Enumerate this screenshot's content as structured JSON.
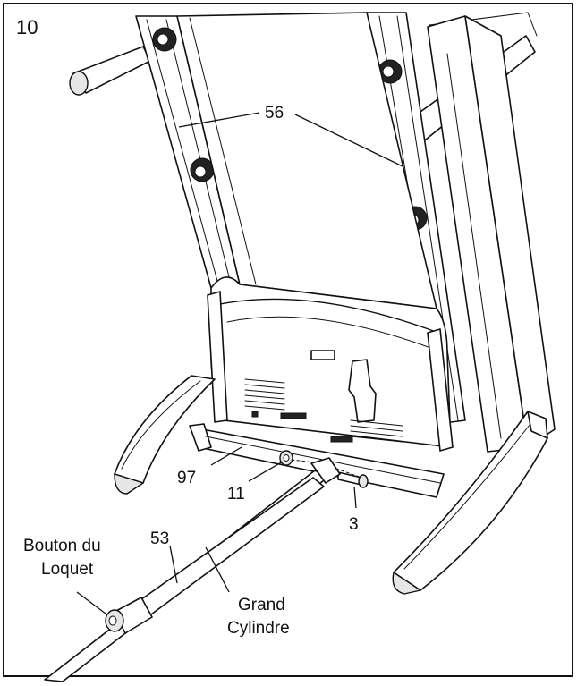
{
  "step_number": "10",
  "labels": {
    "upright": "56",
    "base_left": "97",
    "washer": "11",
    "bolt": "3",
    "cylinder_number": "53",
    "latch_line1": "Bouton du",
    "latch_line2": "Loquet",
    "cylinder_line1": "Grand",
    "cylinder_line2": "Cylindre"
  }
}
